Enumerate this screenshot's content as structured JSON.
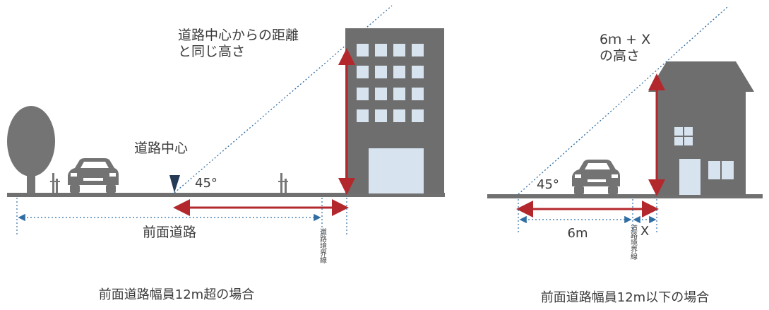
{
  "left": {
    "road_center_label": "道路中心",
    "height_label_line1": "道路中心からの距離",
    "height_label_line2": "と同じ高さ",
    "angle_label": "45°",
    "road_width_label": "前面道路",
    "boundary_label": "道路境界線",
    "caption": "前面道路幅員12m超の場合"
  },
  "right": {
    "height_label_line1": "6ｍ + X",
    "height_label_line2": "の高さ",
    "angle_label": "45°",
    "distance_6m_label": "6m",
    "distance_x_label": "X",
    "boundary_label": "道路境界線",
    "caption": "前面道路幅員12m以下の場合"
  },
  "colors": {
    "ground": "#707070",
    "building": "#6e6e6e",
    "window": "#d7e3ef",
    "red_arrow": "#b3282d",
    "blue_dotted": "#2f6da3",
    "tree": "#747474",
    "car": "#737373"
  }
}
